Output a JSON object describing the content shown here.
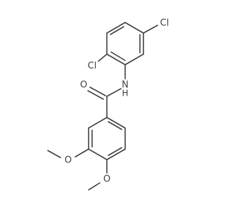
{
  "molecule": {
    "colors": {
      "bond": "#404040",
      "background": "#ffffff"
    },
    "atoms": {
      "cl_top": "Cl",
      "cl_left": "Cl",
      "nitrogen_hydrogen": "N\nH",
      "oxygen_carbonyl": "O",
      "oxygen_methoxy_3": "O",
      "oxygen_methoxy_4": "O"
    }
  }
}
